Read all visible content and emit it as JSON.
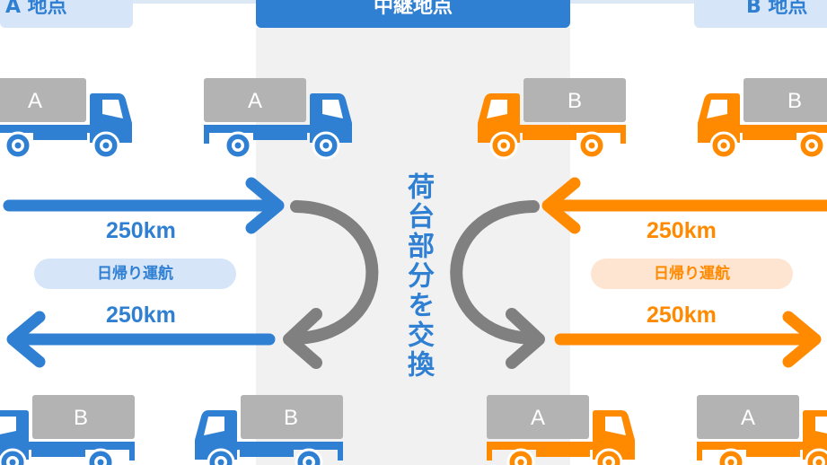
{
  "header": {
    "site_a": "A 地点",
    "relay": "中継地点",
    "site_b": "B 地点"
  },
  "left": {
    "distance_out": "250km",
    "distance_back": "250km",
    "trip_type": "日帰り運航"
  },
  "right": {
    "distance_out": "250km",
    "distance_back": "250km",
    "trip_type": "日帰り運航"
  },
  "center_caption": "荷台部分を交換",
  "trucks": {
    "top_left": "A",
    "top_center_left": "A",
    "top_center_right": "B",
    "top_right": "B",
    "bottom_left": "B",
    "bottom_center_left": "B",
    "bottom_center_right": "A",
    "bottom_right": "A"
  },
  "colors": {
    "blue": "#2f7fd3",
    "orange": "#ff8a00",
    "gray_cargo": "#b3b3b3",
    "gray_arrow": "#808080"
  }
}
